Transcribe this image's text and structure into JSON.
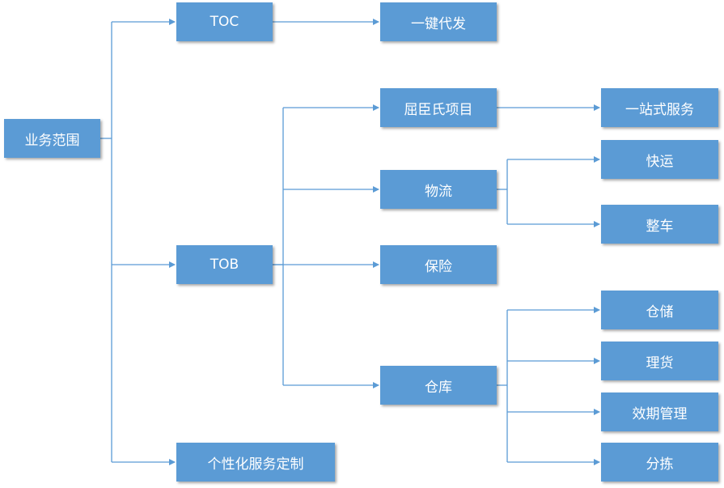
{
  "nodes": {
    "root": "业务范围",
    "toc": "TOC",
    "tob": "TOB",
    "custom": "个性化服务定制",
    "one_click": "一键代发",
    "qcs": "屈臣氏项目",
    "logistics": "物流",
    "insurance": "保险",
    "warehouse": "仓库",
    "one_stop": "一站式服务",
    "express": "快运",
    "ftl": "整车",
    "storage": "仓储",
    "tally": "理货",
    "expiry": "效期管理",
    "sorting": "分拣"
  },
  "colors": {
    "node_fill": "#5b9bd5",
    "node_text": "#ffffff",
    "connector": "#5b9bd5"
  }
}
